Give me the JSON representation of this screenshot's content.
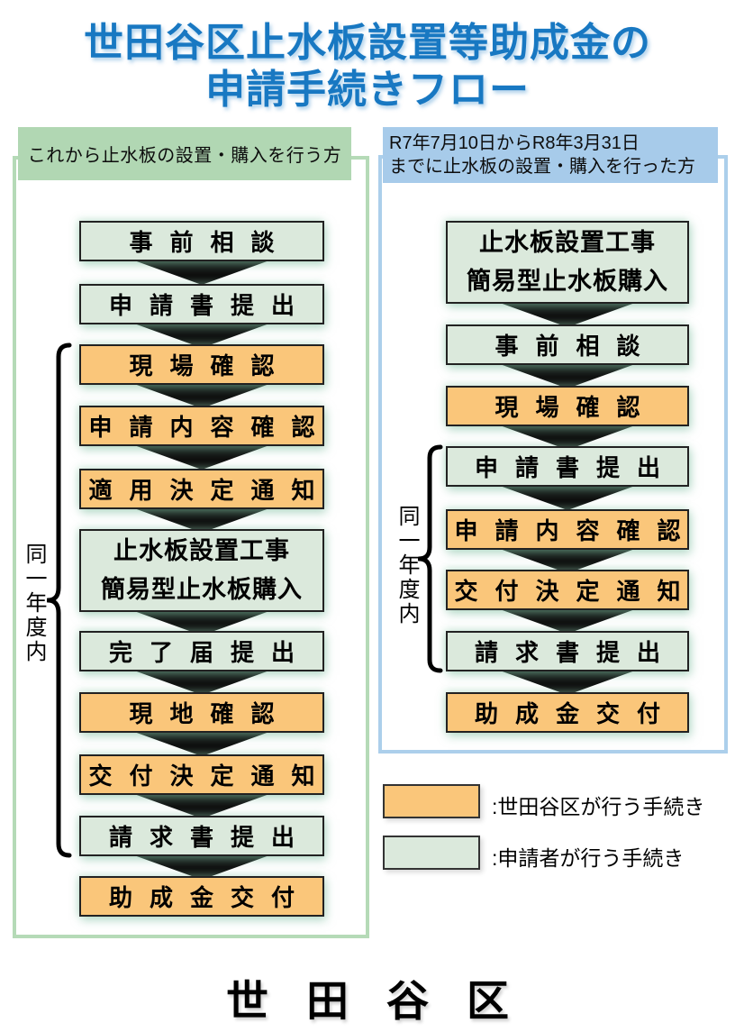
{
  "title": {
    "line1": "世田谷区止水板設置等助成金の",
    "line2": "申請手続きフロー"
  },
  "colors": {
    "title_blue": "#1878C2",
    "city_step_orange": "#FAC67A",
    "applicant_step_green": "#DBE9DC",
    "left_header_green": "#B1D7B3",
    "right_header_blue": "#A7CBEA",
    "left_panel_border": "#B5DAB7",
    "right_panel_border": "#ACCFEB",
    "arrow_black": "#0f0f0f"
  },
  "left_flow": {
    "header": "これから止水板の設置・購入を行う方",
    "same_year_label": "同一年度内",
    "steps": [
      {
        "label": "事前相談",
        "actor": "applicant"
      },
      {
        "label": "申請書提出",
        "actor": "applicant"
      },
      {
        "label": "現場確認",
        "actor": "city"
      },
      {
        "label": "申請内容確認",
        "actor": "city"
      },
      {
        "label": "適用決定通知",
        "actor": "city"
      },
      {
        "label": "止水板設置工事\n簡易型止水板購入",
        "actor": "applicant"
      },
      {
        "label": "完了届提出",
        "actor": "applicant"
      },
      {
        "label": "現地確認",
        "actor": "city"
      },
      {
        "label": "交付決定通知",
        "actor": "city"
      },
      {
        "label": "請求書提出",
        "actor": "applicant"
      },
      {
        "label": "助成金交付",
        "actor": "city"
      }
    ]
  },
  "right_flow": {
    "header": "R7年7月10日からR8年3月31日\nまでに止水板の設置・購入を行った方",
    "same_year_label": "同一年度内",
    "steps": [
      {
        "label": "止水板設置工事\n簡易型止水板購入",
        "actor": "applicant"
      },
      {
        "label": "事前相談",
        "actor": "applicant"
      },
      {
        "label": "現場確認",
        "actor": "city"
      },
      {
        "label": "申請書提出",
        "actor": "applicant"
      },
      {
        "label": "申請内容確認",
        "actor": "city"
      },
      {
        "label": "交付決定通知",
        "actor": "city"
      },
      {
        "label": "請求書提出",
        "actor": "applicant"
      },
      {
        "label": "助成金交付",
        "actor": "city"
      }
    ]
  },
  "legend": {
    "city_label": ":世田谷区が行う手続き",
    "applicant_label": ":申請者が行う手続き"
  },
  "footer_logo": "世田谷区"
}
